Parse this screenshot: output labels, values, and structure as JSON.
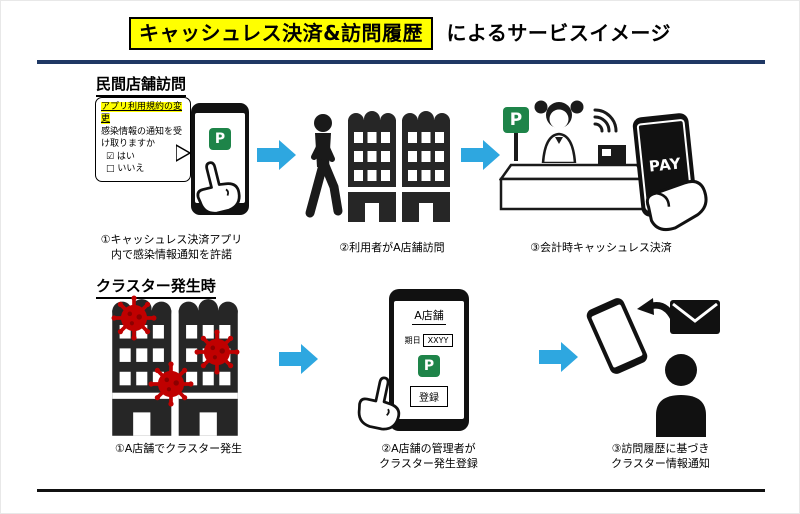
{
  "title": {
    "highlighted": "キャッシュレス決済&訪問履歴",
    "suffix": "によるサービスイメージ"
  },
  "colors": {
    "highlight_yellow": "#FFFF00",
    "navy_rule": "#1F3864",
    "arrow_blue": "#2EA7E0",
    "pay_green": "#1E8449",
    "virus_red": "#C00000"
  },
  "consent_bubble": {
    "notice": "アプリ利用規約の変更",
    "question": "感染情報の通知を受け取りますか",
    "option_yes": "☑ はい",
    "option_no": "□ いいえ"
  },
  "pay_app": {
    "logo": "P",
    "pay_label": "PAY"
  },
  "register_screen": {
    "store_name": "A店舗",
    "date_label": "期日",
    "date_value": "XXYY",
    "logo": "P",
    "submit_label": "登録"
  },
  "sections": [
    {
      "heading": "民間店舗訪問",
      "steps": [
        {
          "caption": "①キャッシュレス決済アプリ\n内で感染情報通知を許諾"
        },
        {
          "caption": "②利用者がA店舗訪問"
        },
        {
          "caption": "③会計時キャッシュレス決済"
        }
      ]
    },
    {
      "heading": "クラスター発生時",
      "steps": [
        {
          "caption": "①A店舗でクラスター発生"
        },
        {
          "caption": "②A店舗の管理者が\nクラスター発生登録"
        },
        {
          "caption": "③訪問履歴に基づき\nクラスター情報通知"
        }
      ]
    }
  ]
}
